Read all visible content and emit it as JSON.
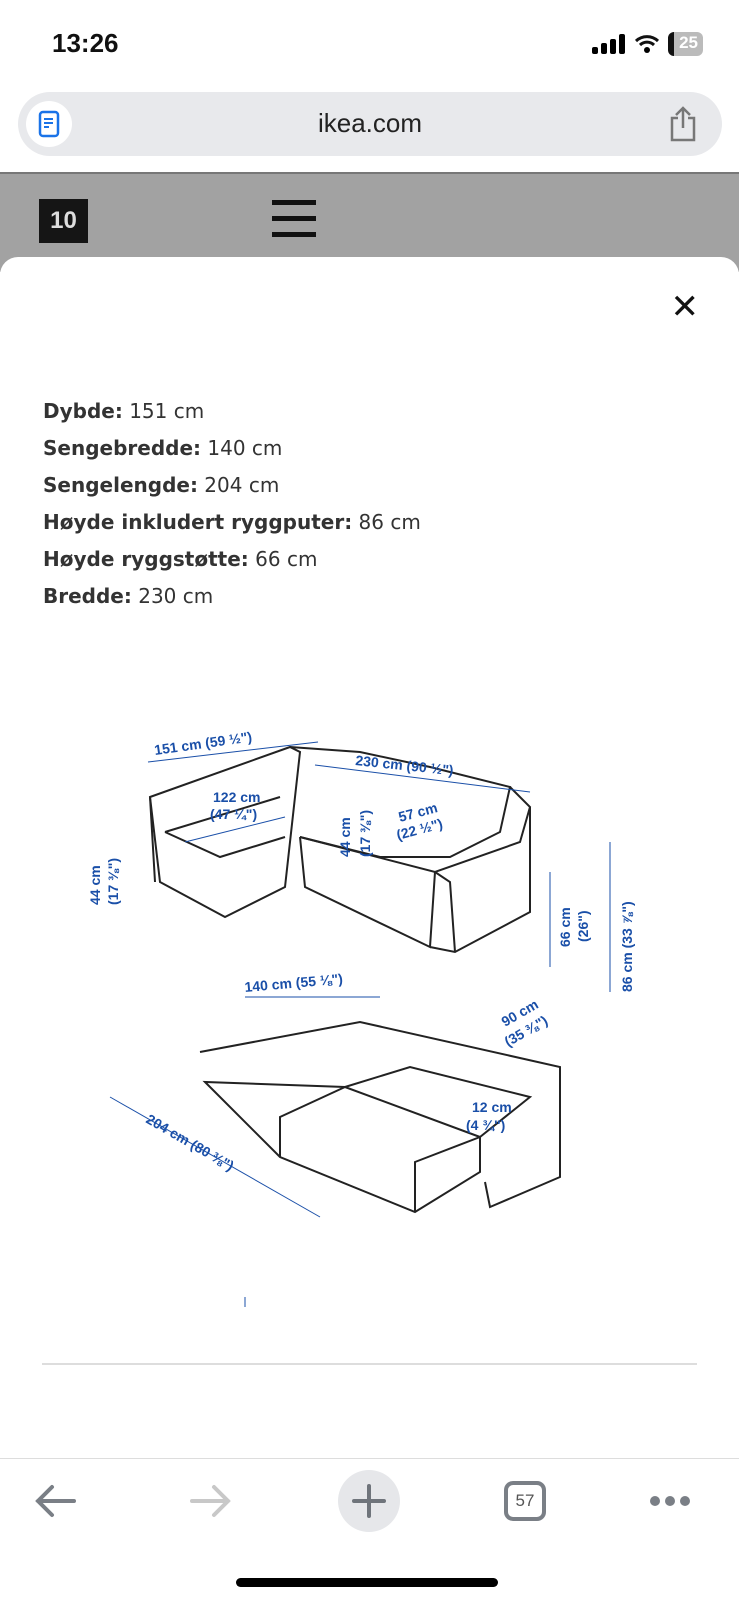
{
  "status": {
    "time": "13:26",
    "battery": "25"
  },
  "browser": {
    "url": "ikea.com",
    "tab_count": "57"
  },
  "page_header": {
    "badge": "10"
  },
  "specs": [
    {
      "label": "Dybde:",
      "value": " 151 cm"
    },
    {
      "label": "Sengebredde:",
      "value": " 140 cm"
    },
    {
      "label": "Sengelengde:",
      "value": " 204 cm"
    },
    {
      "label": "Høyde inkludert ryggputer:",
      "value": " 86 cm"
    },
    {
      "label": "Høyde ryggstøtte:",
      "value": " 66 cm"
    },
    {
      "label": "Bredde:",
      "value": " 230 cm"
    }
  ],
  "diagram_labels": {
    "depth": "151 cm (59 ½\")",
    "width": "230 cm (90 ½\")",
    "chaise_a": "122 cm",
    "chaise_b": "(47 ¼\")",
    "seat_h_left": "44 cm",
    "seat_h_left_in": "(17 ⅜\")",
    "seat_h_mid": "44 cm",
    "seat_h_mid_in": "(17 ⅜\")",
    "seat_d": "57 cm",
    "seat_d_in": "(22 ½\")",
    "back_h": "66 cm",
    "back_h_in": "(26\")",
    "total_h": "86 cm (33 ⅞\")",
    "arm_d": "90 cm",
    "arm_d_in": "(35 ⅜\")",
    "bed_w": "140 cm (55 ⅛\")",
    "arm_w": "12 cm",
    "arm_w_in": "(4 ¾\")",
    "bed_l": "204 cm (80 ⅜\")"
  },
  "colors": {
    "dimension": "#1a4fa8"
  }
}
